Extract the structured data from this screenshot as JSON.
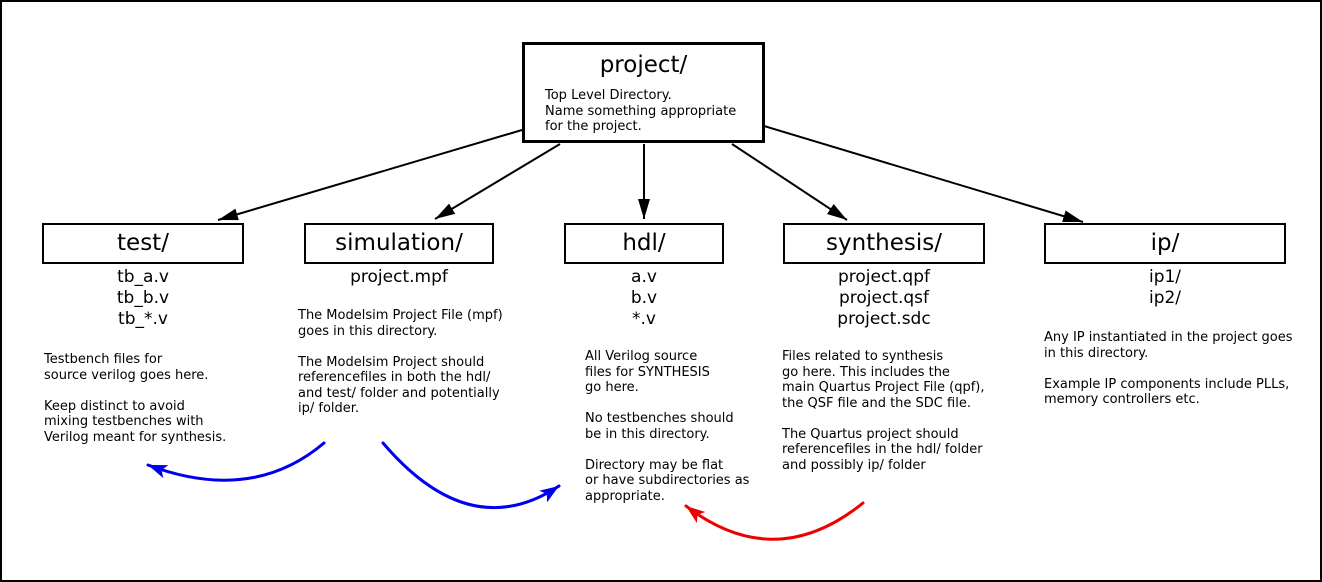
{
  "diagram": {
    "root": {
      "title": "project/",
      "description": "Top Level Directory.\nName something appropriate\nfor the project."
    },
    "folders": [
      {
        "title": "test/",
        "files": [
          "tb_a.v",
          "tb_b.v",
          "tb_*.v"
        ],
        "description": "Testbench files for\nsource verilog goes here.\n\nKeep distinct to avoid\nmixing testbenches with\nVerilog meant for synthesis."
      },
      {
        "title": "simulation/",
        "files": [
          "project.mpf"
        ],
        "description": "The Modelsim Project File (mpf)\ngoes in this directory.\n\nThe Modelsim Project should\nreferencefiles in both the hdl/\nand test/ folder and potentially\nip/ folder."
      },
      {
        "title": "hdl/",
        "files": [
          "a.v",
          "b.v",
          "*.v"
        ],
        "description": "All Verilog source\nfiles for SYNTHESIS\ngo here.\n\nNo testbenches should\nbe in this directory.\n\nDirectory may be flat\nor have subdirectories as\nappropriate."
      },
      {
        "title": "synthesis/",
        "files": [
          "project.qpf",
          "project.qsf",
          "project.sdc"
        ],
        "description": "Files related to synthesis\ngo here. This includes the\nmain Quartus Project File (qpf),\nthe QSF file and the SDC file.\n\nThe Quartus project should\nreferencefiles in the hdl/ folder\nand possibly ip/ folder"
      },
      {
        "title": "ip/",
        "files": [
          "ip1/",
          "ip2/"
        ],
        "description": "Any IP instantiated in the project goes\nin this directory.\n\nExample IP components include PLLs,\nmemory controllers etc."
      }
    ],
    "hierarchy_connections": [
      {
        "from": "project/",
        "to": "test/"
      },
      {
        "from": "project/",
        "to": "simulation/"
      },
      {
        "from": "project/",
        "to": "hdl/"
      },
      {
        "from": "project/",
        "to": "synthesis/"
      },
      {
        "from": "project/",
        "to": "ip/"
      }
    ],
    "reference_arrows": [
      {
        "from": "simulation/",
        "to": "test/",
        "color": "#0000ee"
      },
      {
        "from": "simulation/",
        "to": "hdl/",
        "color": "#0000ee"
      },
      {
        "from": "synthesis/",
        "to": "hdl/",
        "color": "#ee0000"
      }
    ],
    "colors": {
      "outline": "#000000",
      "hierarchy_arrow": "#000000",
      "blue_reference_arrow": "#0000ee",
      "red_reference_arrow": "#ee0000",
      "background": "#ffffff"
    }
  }
}
